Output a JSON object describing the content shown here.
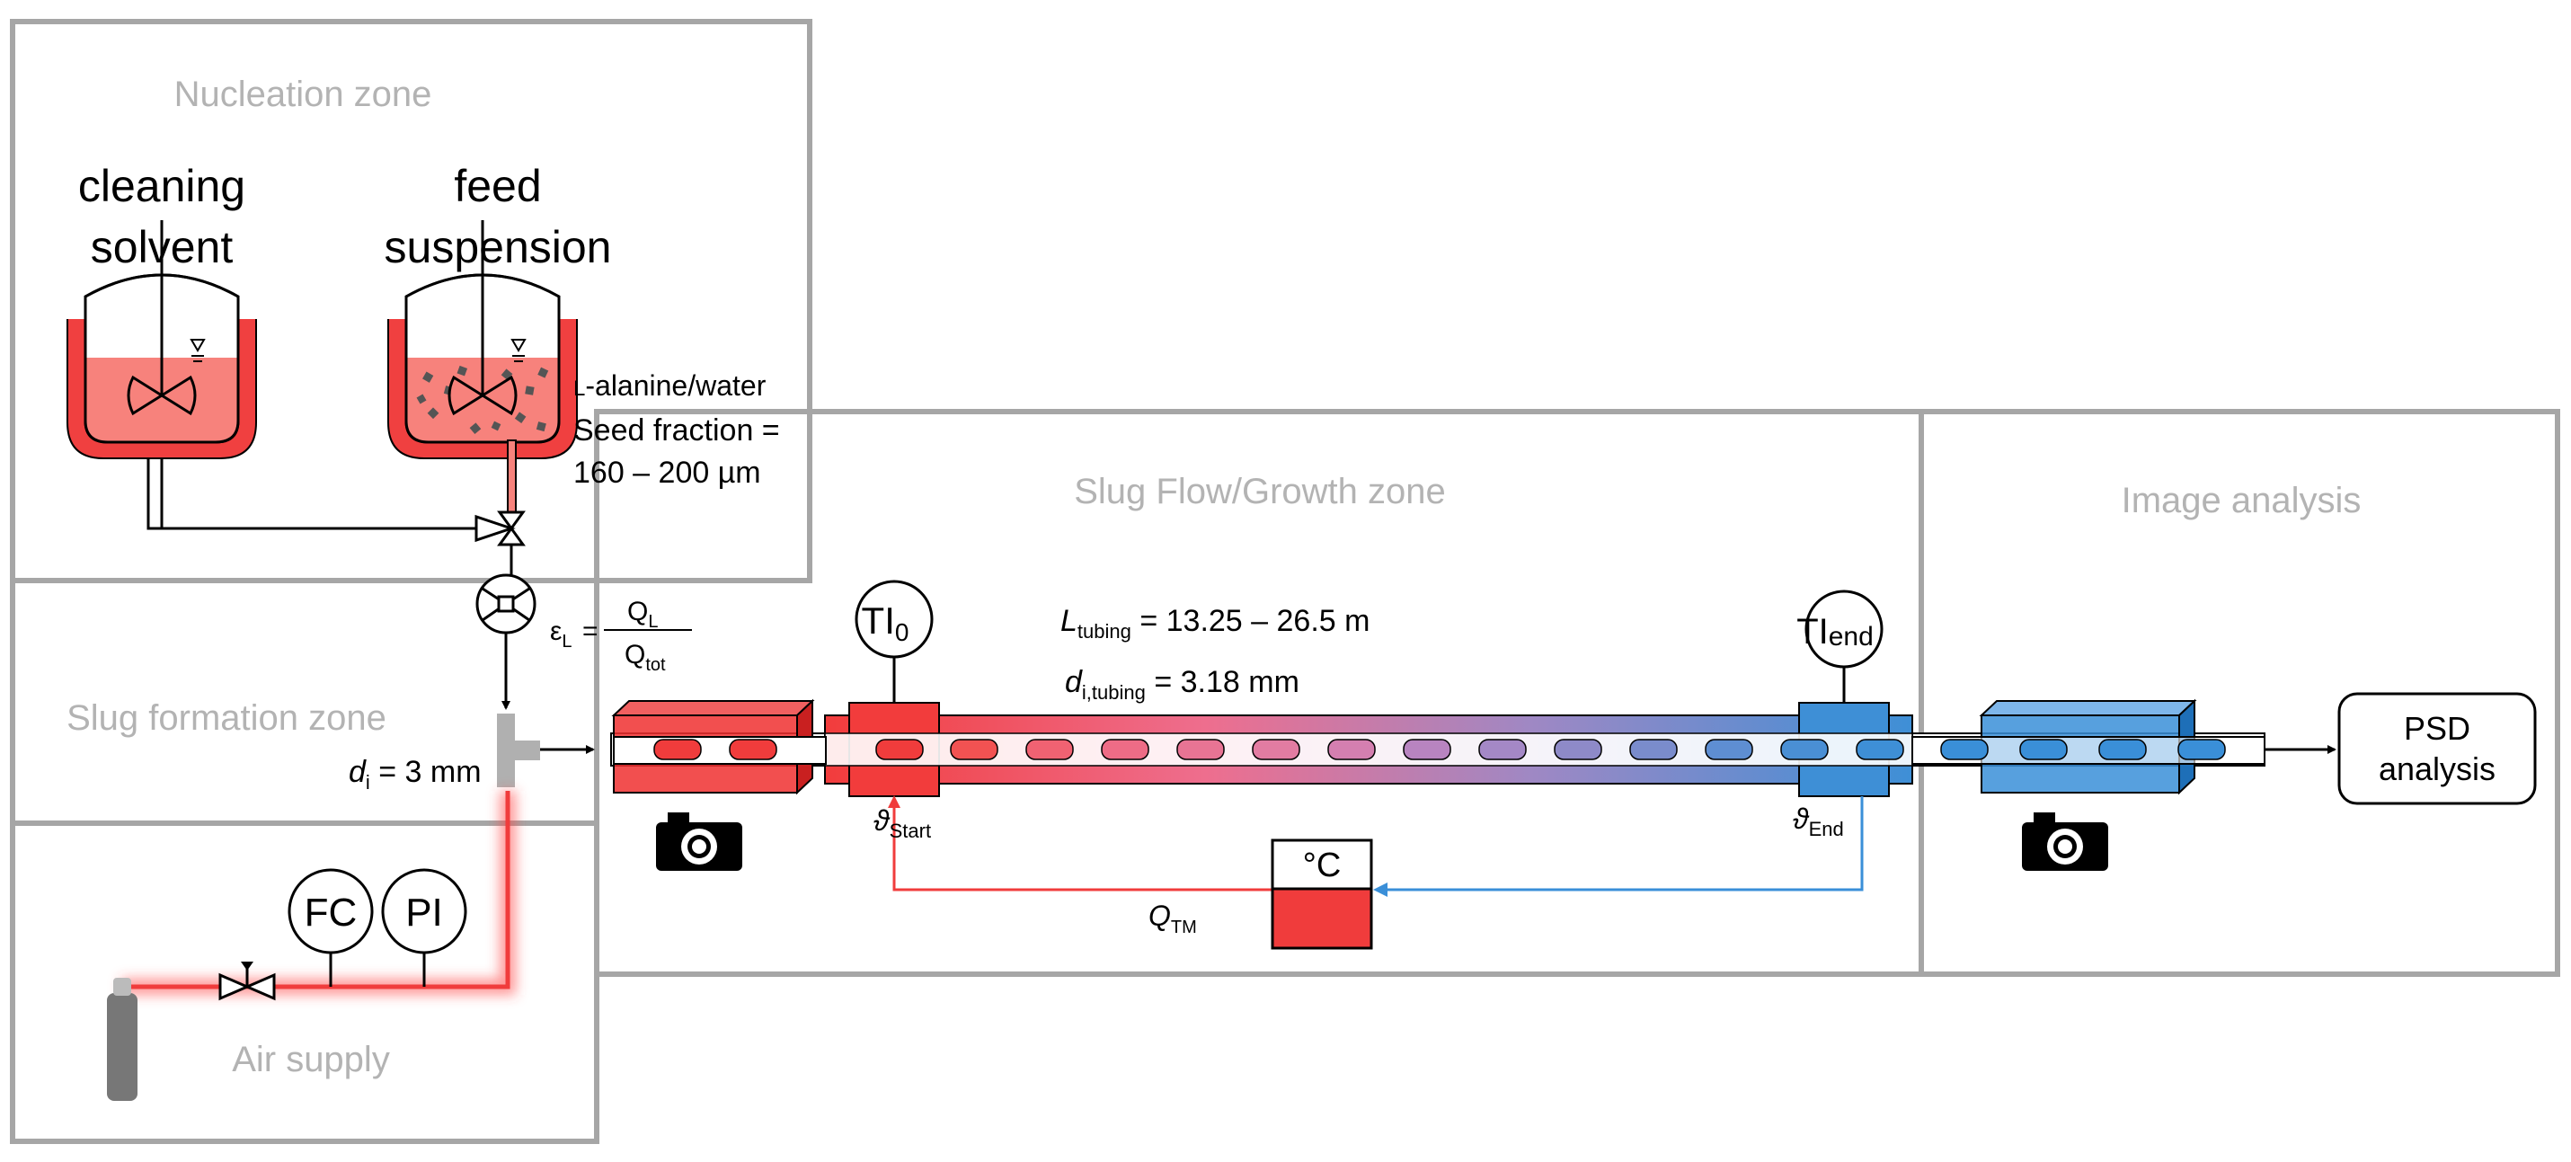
{
  "zones": {
    "nucleation": "Nucleation zone",
    "slug_formation": "Slug formation zone",
    "air_supply": "Air supply",
    "growth": "Slug Flow/Growth zone",
    "image_analysis": "Image analysis"
  },
  "vessels": {
    "cleaning_line1": "cleaning",
    "cleaning_line2": "solvent",
    "feed_line1": "feed",
    "feed_line2": "suspension"
  },
  "feed_info": {
    "alanine_prefix": "L",
    "alanine_rest": "-alanine/water",
    "seed_line1": "Seed fraction =",
    "seed_line2": "160 – 200 µm"
  },
  "eps": {
    "symbol": "ε",
    "sub": "L",
    "equals": "=",
    "num": "Q",
    "num_sub": "L",
    "den": "Q",
    "den_sub": "tot"
  },
  "tee_diameter": {
    "symbol": "d",
    "sub": "i",
    "value": " = 3 mm"
  },
  "instruments": {
    "fc": "FC",
    "pi": "PI",
    "ti0": "TI",
    "ti0_sub": "0",
    "tiend": "TI",
    "tiend_sub": "end",
    "thermostat": "°C"
  },
  "tubing": {
    "length_symbol": "L",
    "length_sub": "tubing",
    "length_value": " = 13.25 – 26.5 m",
    "diam_symbol": "d",
    "diam_sub": "i,tubing",
    "diam_value": " = 3.18 mm"
  },
  "temps": {
    "start_symbol": "ϑ",
    "start_sub": "Start",
    "end_symbol": "ϑ",
    "end_sub": "End"
  },
  "tm_flow": {
    "symbol": "Q",
    "sub": "TM"
  },
  "psd": {
    "line1": "PSD",
    "line2": "analysis"
  },
  "colors": {
    "zone_border": "#a6a6a6",
    "zone_title": "#b3b3b3",
    "hot": "#f03c3c",
    "cold": "#3a8fd8",
    "vessel_fill": "#f7827c"
  }
}
